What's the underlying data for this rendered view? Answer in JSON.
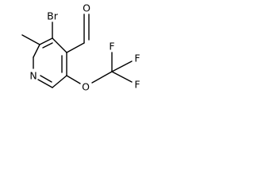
{
  "molecule": {
    "atoms": {
      "bromine": "Br",
      "oxygen_aldehyde": "O",
      "nitrogen": "N",
      "oxygen_ether": "O",
      "fluorine_top": "F",
      "fluorine_right": "F",
      "fluorine_bottom": "F"
    },
    "colors": {
      "bond": "#000000",
      "label": "#000000",
      "background": "#ffffff"
    }
  }
}
